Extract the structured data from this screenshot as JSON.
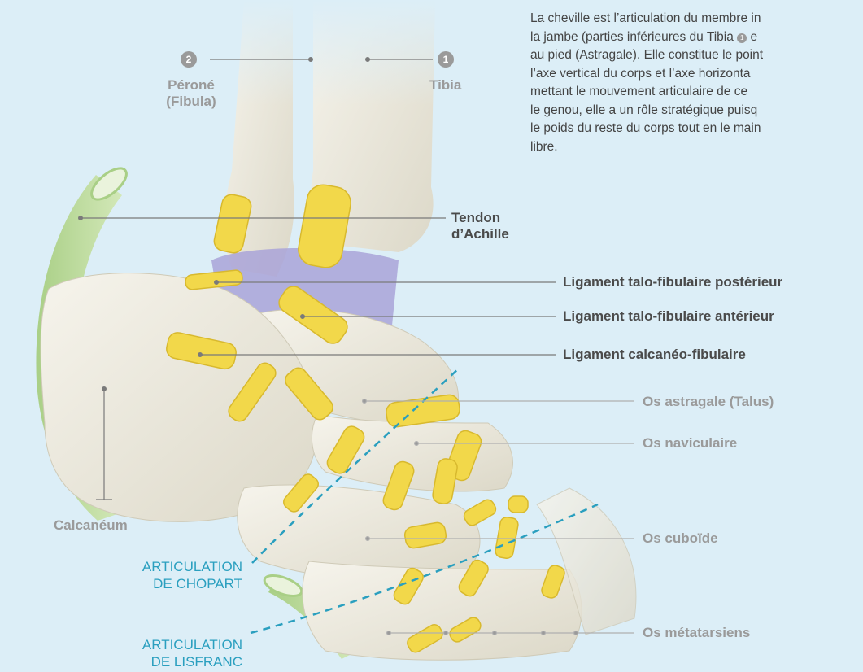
{
  "intro": {
    "lines": [
      "La cheville est l’articulation du membre in",
      "la jambe (parties inférieures du Tibia",
      "au pied (Astragale). Elle constitue le point",
      "l’axe vertical du corps et l’axe horizonta",
      "mettant le mouvement articulaire de ce",
      "le genou, elle a un rôle stratégique puisq",
      "le poids du reste du corps tout en le main",
      "libre."
    ],
    "marker_number": "1",
    "after_marker": "e"
  },
  "labels": {
    "tibia": {
      "number": "1",
      "name": "Tibia"
    },
    "perone": {
      "number": "2",
      "name_line1": "Péroné",
      "name_line2": "(Fibula)"
    },
    "tendon": {
      "line1": "Tendon",
      "line2": "d’Achille"
    },
    "lig_post": "Ligament talo-fibulaire postérieur",
    "lig_ant": "Ligament talo-fibulaire antérieur",
    "lig_calc": "Ligament calcanéo-fibulaire",
    "astragale": "Os astragale (Talus)",
    "naviculaire": "Os naviculaire",
    "cuboide": "Os cuboïde",
    "metatarsiens": "Os métatarsiens",
    "calcaneum": "Calcanéum",
    "chopart": {
      "line1": "ARTICULATION",
      "line2": "DE CHOPART"
    },
    "lisfranc": {
      "line1": "ARTICULATION",
      "line2": "DE LISFRANC"
    }
  },
  "colors": {
    "background": "#dceef7",
    "bone": "#eeebdf",
    "ligament": "#f2d84a",
    "tendon": "#b9d89a",
    "membrane": "#a9a3d8",
    "joint_line": "#2a9fbf",
    "label_grey": "#9a9a9a",
    "label_dark": "#4a4a4a"
  }
}
